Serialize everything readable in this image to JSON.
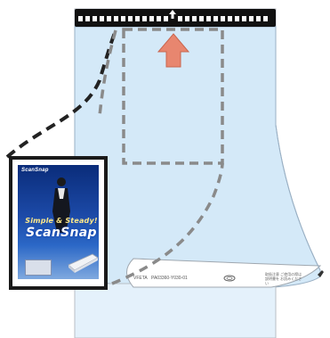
{
  "colors": {
    "sheet_fill": "#d4e9f8",
    "edge_strip": "#111111",
    "arrow": "#e8866f",
    "dash": "#8a8a8a",
    "frame": "#1a1a1a"
  },
  "brochure": {
    "brand_small": "ScanSnap",
    "tagline": "Simple & Steady!",
    "brand_large": "ScanSnap"
  },
  "carrier": {
    "label": "VFETA",
    "code": "PA03360-Y030-01",
    "note": "取扱注意 ご使用の際は 説明書を お読みください"
  },
  "icons": [
    "up-arrow-icon",
    "feed-arrow-icon",
    "paperclip-icon",
    "feed-mark-icon"
  ]
}
